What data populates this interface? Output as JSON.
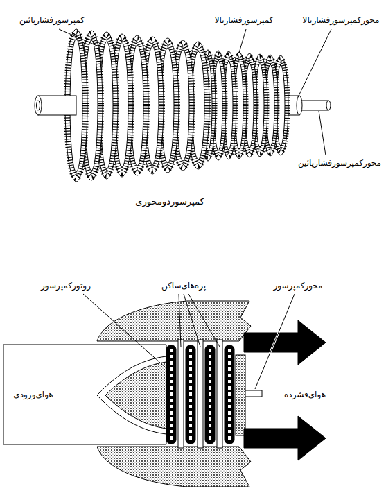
{
  "diagram": {
    "caption": "کمپرسوردومحوری",
    "labels": [
      "کمپرسورفشارپائین",
      "کمپرسورفشاربالا",
      "محورکمپرسورفشاربالا",
      "محورکمپرسورفشارپائین",
      "روتورکمپرسور",
      "پره‌های‌ساکن",
      "محورکمپرسور",
      "هوای‌ورودی",
      "هوای‌فشرده"
    ]
  }
}
